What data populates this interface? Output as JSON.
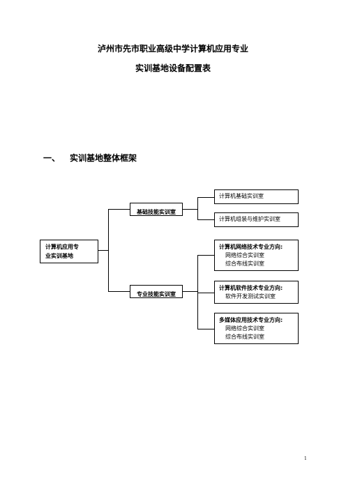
{
  "document": {
    "title_line1": "泸州市先市职业高级中学计算机应用专业",
    "title_line2": "实训基地设备配置表",
    "section_number": "一、",
    "section_title": "实训基地整体框架",
    "page_number": "1"
  },
  "diagram": {
    "root": "计算机应用专业实训基地",
    "root_line1": "计算机应用专",
    "root_line2": "业实训基地",
    "branches": [
      {
        "label": "基础技能实训室",
        "children": [
          {
            "title": "计算机基础实训室"
          },
          {
            "title": "计算机组装与维护实训室"
          }
        ]
      },
      {
        "label": "专业技能实训室",
        "children": [
          {
            "title": "计算机网络技术专业方向:",
            "items": [
              "网络综合实训室",
              "综合布线实训室"
            ]
          },
          {
            "title": "计算机软件技术专业方向:",
            "items": [
              "软件开发测试实训室"
            ]
          },
          {
            "title": "多媒体应用技术专业方向:",
            "items": [
              "网络综合实训室",
              "综合布线实训室"
            ]
          }
        ]
      }
    ]
  }
}
